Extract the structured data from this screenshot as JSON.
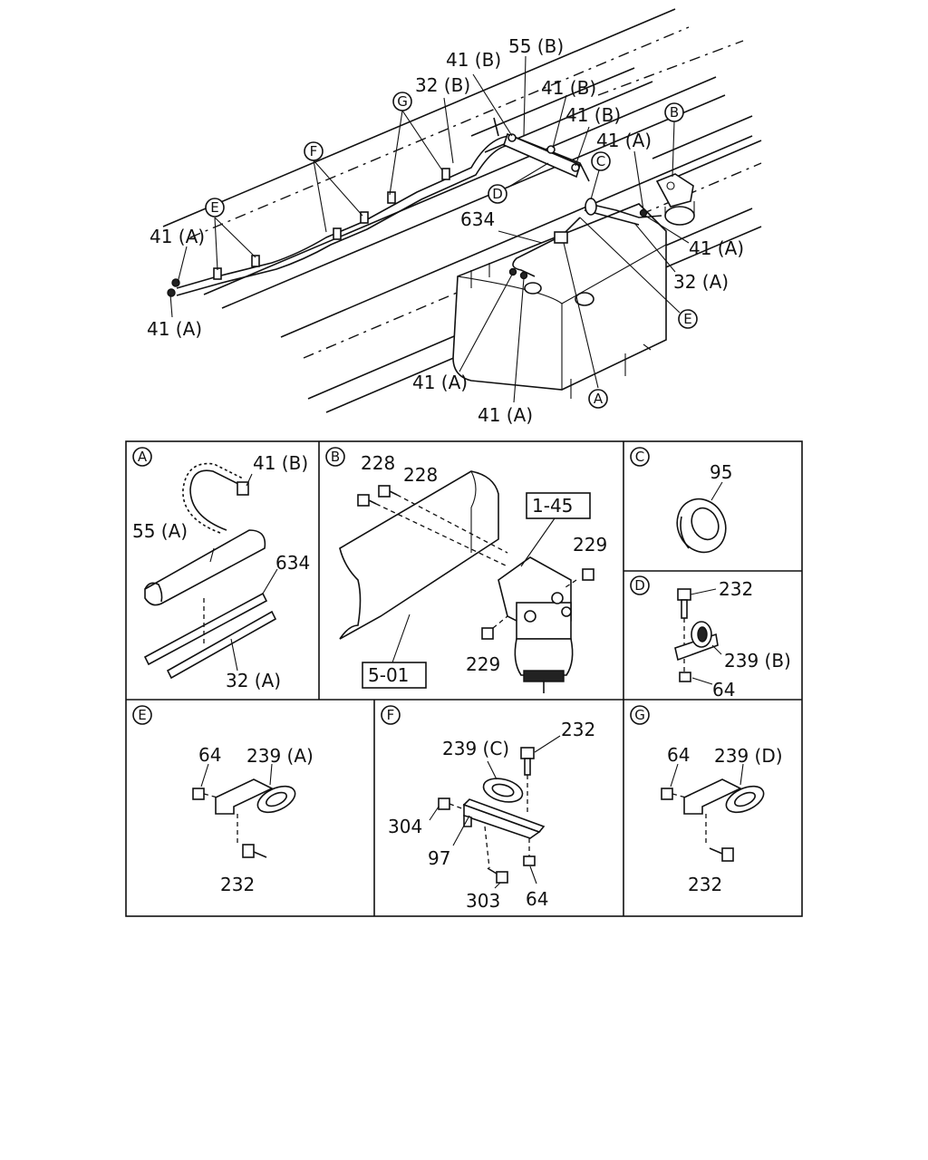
{
  "overview": {
    "labels": {
      "l41b_top": "41 (B)",
      "l55b": "55 (B)",
      "l32b": "32 (B)",
      "l41b_2": "41 (B)",
      "l41b_3": "41 (B)",
      "l41a_r1": "41 (A)",
      "l41a_r2": "41 (A)",
      "l634": "634",
      "l32a": "32 (A)",
      "l41a_l1": "41 (A)",
      "l41a_l2": "41 (A)",
      "l41a_b1": "41 (A)",
      "l41a_b2": "41 (A)"
    },
    "markers": {
      "g": "G",
      "f": "F",
      "e_left": "E",
      "d": "D",
      "c": "C",
      "b": "B",
      "e_right": "E",
      "a": "A"
    }
  },
  "panels": {
    "a": {
      "marker": "A",
      "labels": {
        "l41b": "41 (B)",
        "l55a": "55 (A)",
        "l634": "634",
        "l32a": "32 (A)"
      }
    },
    "b": {
      "marker": "B",
      "labels": {
        "l228a": "228",
        "l228b": "228",
        "ref145": "1-45",
        "l229a": "229",
        "l229b": "229",
        "ref501": "5-01"
      }
    },
    "c": {
      "marker": "C",
      "labels": {
        "l95": "95"
      }
    },
    "d": {
      "marker": "D",
      "labels": {
        "l232": "232",
        "l239b": "239 (B)",
        "l64": "64"
      }
    },
    "e": {
      "marker": "E",
      "labels": {
        "l64": "64",
        "l239a": "239 (A)",
        "l232": "232"
      }
    },
    "f": {
      "marker": "F",
      "labels": {
        "l239c": "239 (C)",
        "l232": "232",
        "l304": "304",
        "l97": "97",
        "l303": "303",
        "l64": "64"
      }
    },
    "g": {
      "marker": "G",
      "labels": {
        "l64": "64",
        "l239d": "239 (D)",
        "l232": "232"
      }
    }
  }
}
